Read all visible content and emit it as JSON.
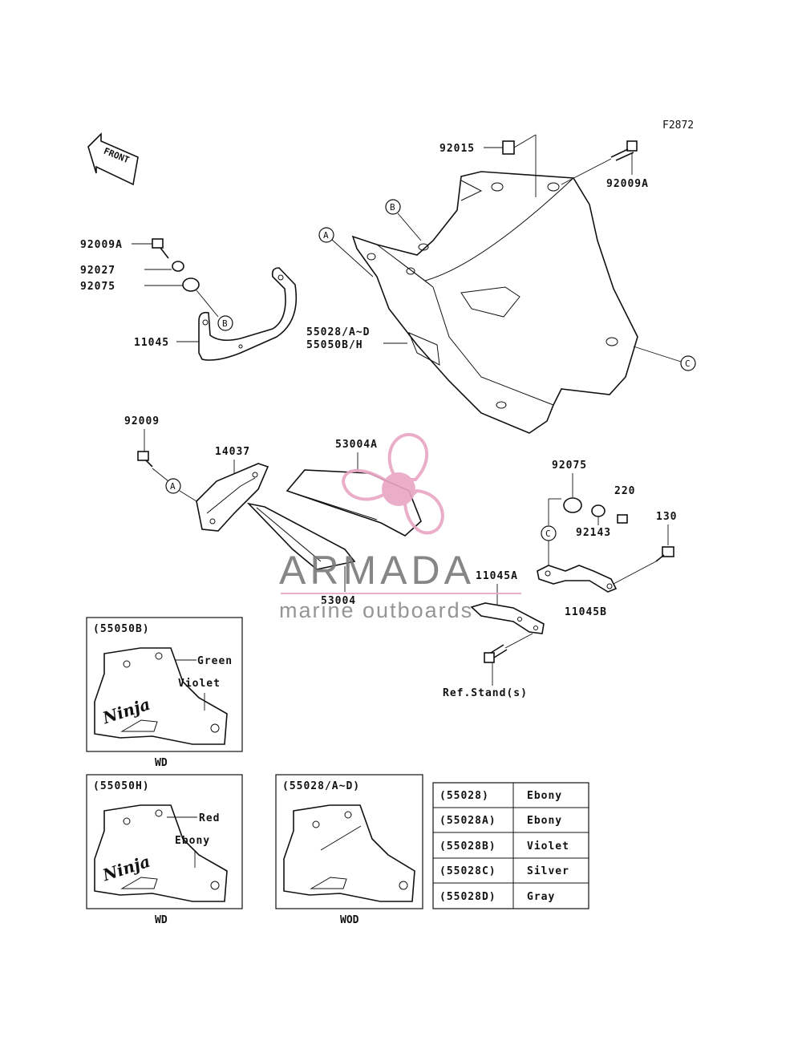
{
  "diagram_code": "F2872",
  "front_label": "FRONT",
  "parts": {
    "p92015": "92015",
    "p92009A_top": "92009A",
    "p92009A_left": "92009A",
    "p92027": "92027",
    "p92075_left": "92075",
    "p11045": "11045",
    "p55028": "55028/A~D",
    "p55050": "55050B/H",
    "p92009": "92009",
    "p14037": "14037",
    "p53004A": "53004A",
    "p53004": "53004",
    "p92075_right": "92075",
    "p220": "220",
    "p130": "130",
    "p92143": "92143",
    "p11045A": "11045A",
    "p11045B": "11045B",
    "ref_stand": "Ref.Stand(s)"
  },
  "callouts": {
    "A": "A",
    "B": "B",
    "C": "C"
  },
  "insets": [
    {
      "title": "(55050B)",
      "color1": "Green",
      "color2": "Violet",
      "logo": "Ninja",
      "caption": "WD"
    },
    {
      "title": "(55050H)",
      "color1": "Red",
      "color2": "Ebony",
      "logo": "Ninja",
      "caption": "WD"
    },
    {
      "title": "(55028/A~D)",
      "caption": "WOD"
    }
  ],
  "color_table": [
    {
      "code": "(55028)",
      "color": "Ebony"
    },
    {
      "code": "(55028A)",
      "color": "Ebony"
    },
    {
      "code": "(55028B)",
      "color": "Violet"
    },
    {
      "code": "(55028C)",
      "color": "Silver"
    },
    {
      "code": "(55028D)",
      "color": "Gray"
    }
  ],
  "watermark": {
    "brand": "ARMADA",
    "tagline": "marine outboards",
    "accent_color": "#e9a6c4",
    "text_color": "#7a7a7a"
  }
}
